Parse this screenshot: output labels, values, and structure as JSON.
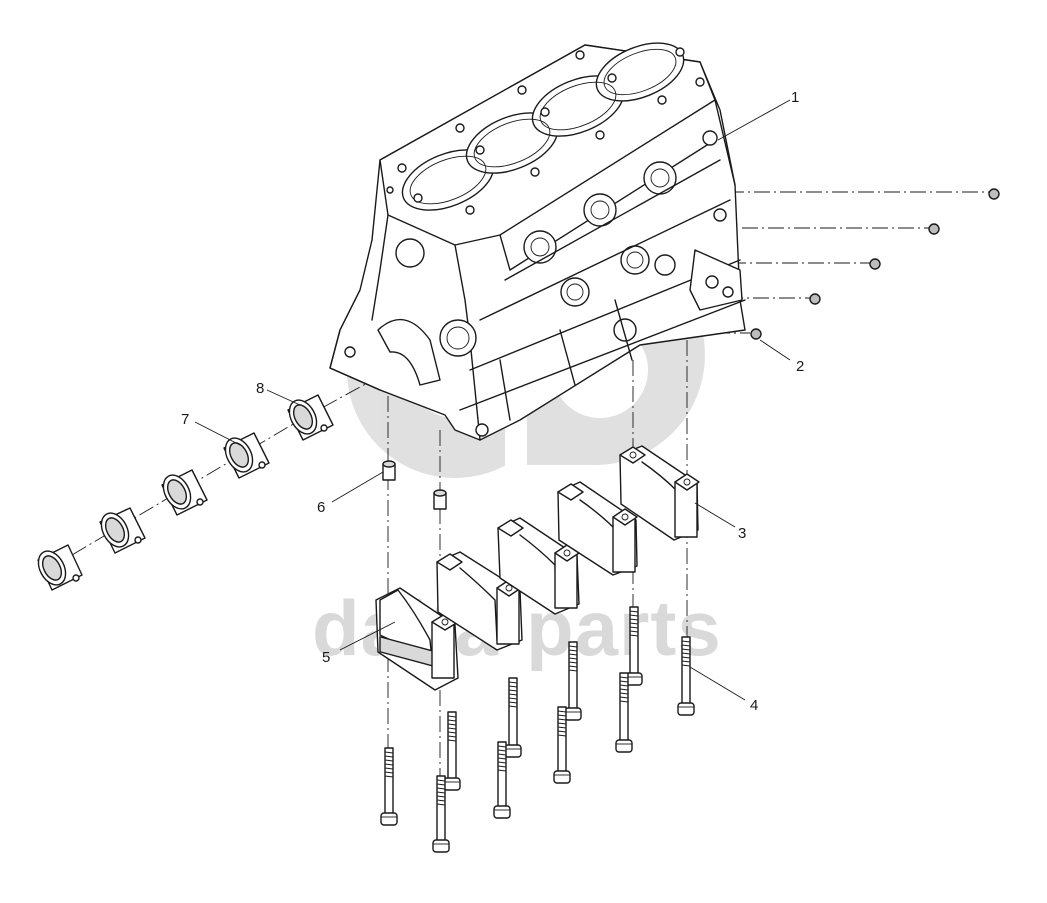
{
  "watermark": {
    "text": "dalta-parts",
    "color": "#d0d0d0"
  },
  "callouts": [
    {
      "id": "1",
      "label": "1"
    },
    {
      "id": "2",
      "label": "2"
    },
    {
      "id": "3",
      "label": "3"
    },
    {
      "id": "4",
      "label": "4"
    },
    {
      "id": "5",
      "label": "5"
    },
    {
      "id": "6",
      "label": "6"
    },
    {
      "id": "7",
      "label": "7"
    },
    {
      "id": "8",
      "label": "8"
    }
  ],
  "colors": {
    "line": "#1a1a1a",
    "part_fill": "#ffffff",
    "shade": "#d9d9d9",
    "background": "#ffffff"
  }
}
